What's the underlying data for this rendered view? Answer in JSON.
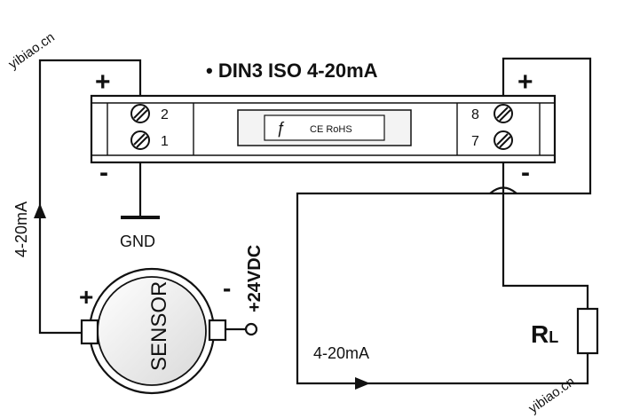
{
  "title": "• DIN3 ISO 4-20mA",
  "terminals": {
    "t2": "2",
    "t1": "1",
    "t8": "8",
    "t7": "7"
  },
  "polarity": {
    "left_plus": "+",
    "left_minus": "-",
    "right_plus": "+",
    "right_minus": "-",
    "sensor_plus": "+",
    "sensor_minus": "-"
  },
  "label_module": "CE RoHS",
  "gnd_label": "GND",
  "left_loop_label": "4-20mA",
  "bottom_loop_label": "4-20mA",
  "supply_label": "+24VDC",
  "sensor_label": "SENSOR",
  "load_label_main": "R",
  "load_label_sub": "L",
  "watermark": "yibiao.cn",
  "colors": {
    "line": "#111111",
    "body": "#ffffff",
    "label_face": "#f3f3f3"
  }
}
